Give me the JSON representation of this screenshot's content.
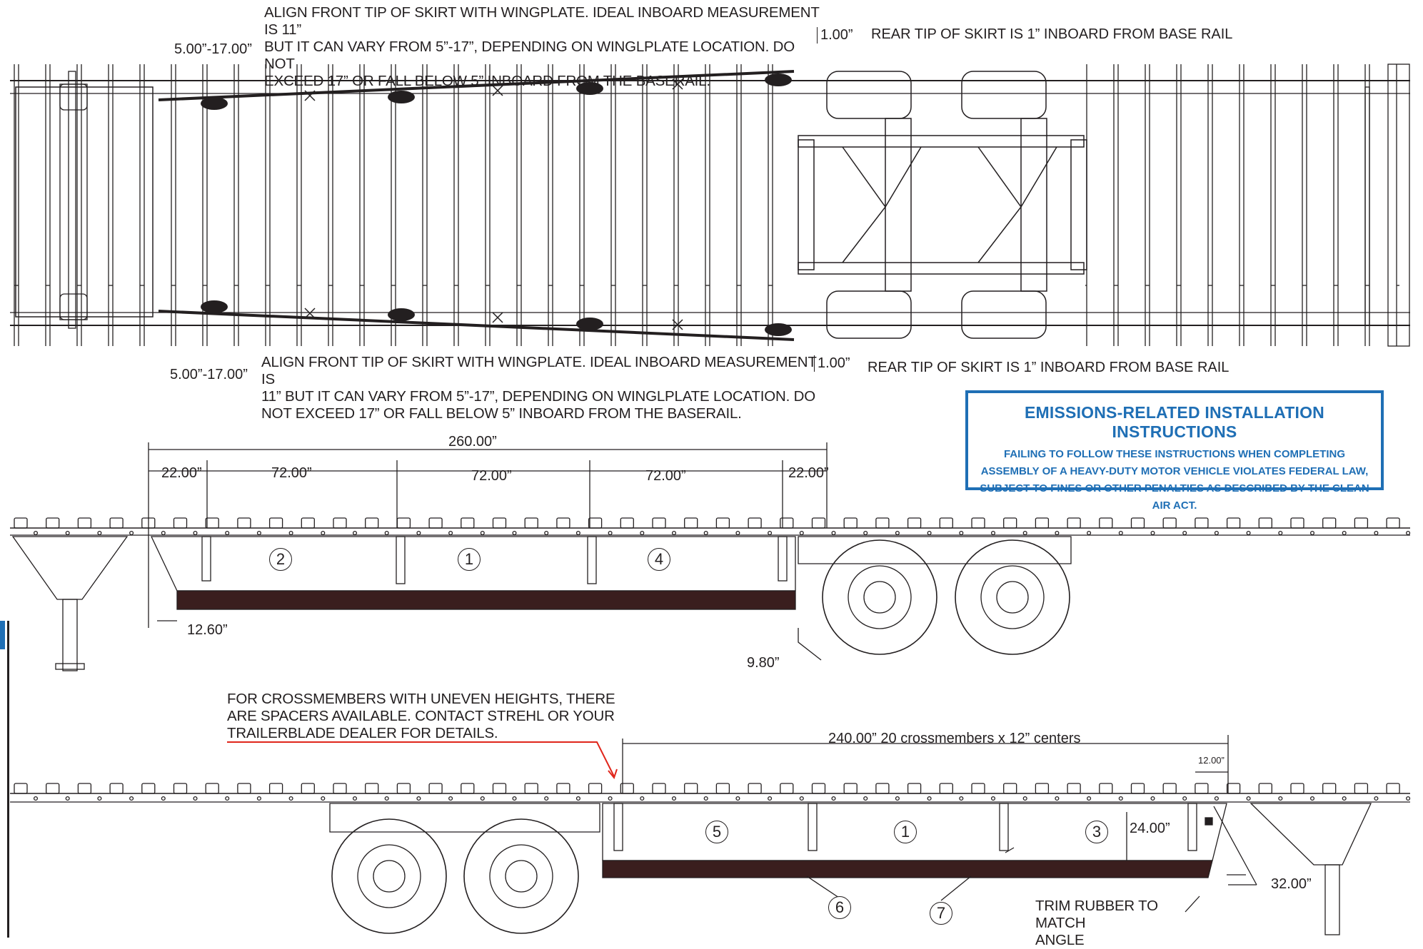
{
  "top_view": {
    "note_upper": "ALIGN FRONT TIP OF SKIRT WITH WINGPLATE.  IDEAL INBOARD MEASUREMENT IS 11”\nBUT IT CAN VARY FROM 5”-17”, DEPENDING ON WINGLPLATE LOCATION. DO NOT\nEXCEED 17” OR FALL BELOW 5” INBOARD FROM THE BASERAIL.",
    "note_lower": "ALIGN FRONT TIP OF SKIRT WITH WINGPLATE.  IDEAL INBOARD MEASUREMENT IS\n11” BUT IT CAN VARY FROM 5”-17”, DEPENDING ON WINGLPLATE LOCATION. DO\nNOT EXCEED 17” OR FALL BELOW 5” INBOARD FROM THE BASERAIL.",
    "range_upper": "5.00”-17.00”",
    "range_lower": "5.00”-17.00”",
    "rear_dim_upper": "1.00”",
    "rear_dim_lower": "1.00”",
    "rear_note_upper": "REAR TIP OF SKIRT IS 1” INBOARD FROM BASE RAIL",
    "rear_note_lower": "REAR TIP OF SKIRT IS 1” INBOARD FROM BASE RAIL"
  },
  "emissions": {
    "title": "EMISSIONS-RELATED INSTALLATION INSTRUCTIONS",
    "body": "FAILING TO FOLLOW THESE INSTRUCTIONS WHEN COMPLETING ASSEMBLY OF A HEAVY-DUTY MOTOR VEHICLE VIOLATES FEDERAL LAW, SUBJECT TO FINES OR OTHER PENALTIES AS DESCRIBED BY THE CLEAN AIR ACT.",
    "color": "#1f6fb5"
  },
  "side_view_1": {
    "overall": "260.00”",
    "seg_a": "22.00”",
    "seg_b": "72.00”",
    "seg_c": "72.00”",
    "seg_d": "72.00”",
    "seg_e": "22.00”",
    "front_offset": "12.60”",
    "rear_offset": "9.80”",
    "panels": [
      "2",
      "1",
      "4"
    ]
  },
  "side_view_2": {
    "note": "FOR CROSSMEMBERS WITH UNEVEN HEIGHTS, THERE\nARE SPACERS AVAILABLE.  CONTACT STREHL OR YOUR\nTRAILERBLADE DEALER FOR DETAILS.",
    "overall": "240.00”  20 crossmembers x 12” centers",
    "spacing": "12.00”",
    "height": "24.00”",
    "angle_dim": "32.00”",
    "trim_note": "TRIM RUBBER TO MATCH\nANGLE",
    "panels": [
      "5",
      "1",
      "3"
    ],
    "callouts": [
      "6",
      "7"
    ]
  }
}
